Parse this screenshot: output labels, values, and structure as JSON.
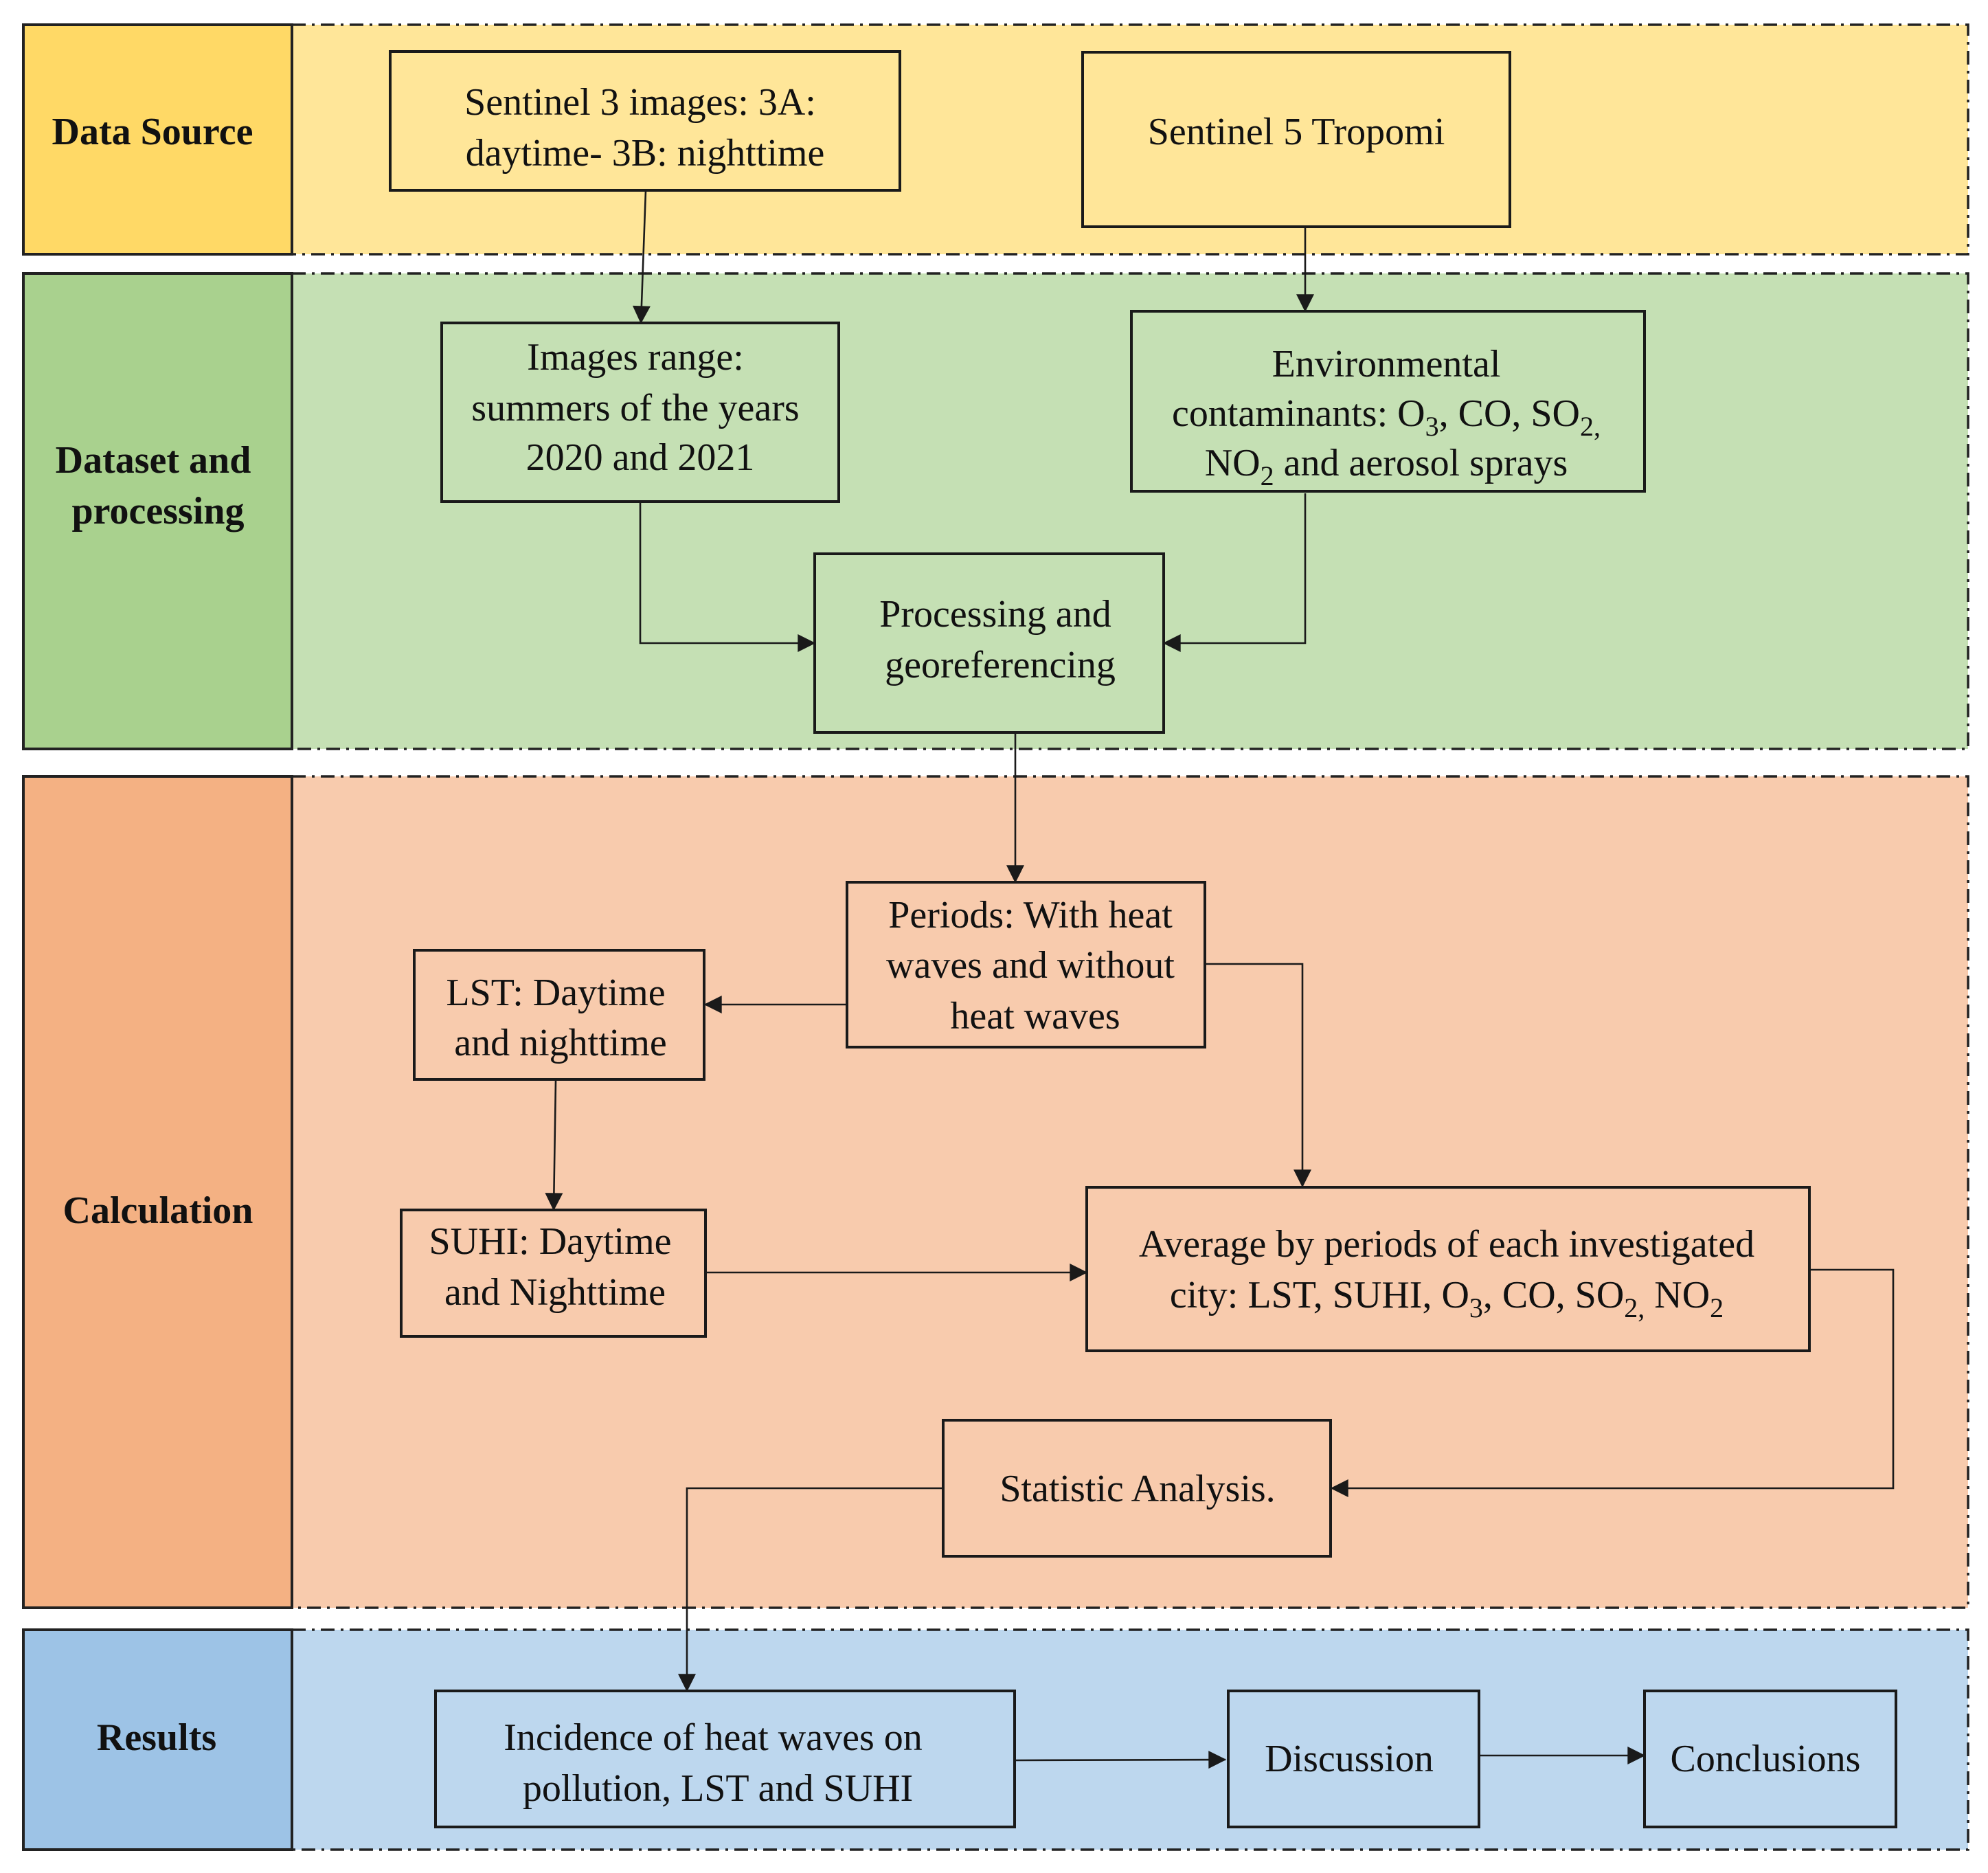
{
  "lanes": {
    "data_source": {
      "label": "Data Source",
      "label_color": "#FFD966",
      "bg_color": "#FFE699"
    },
    "dataset": {
      "label_lines": [
        "Dataset and",
        "processing"
      ],
      "label_color": "#A9D18E",
      "bg_color": "#C5E0B4"
    },
    "calculation": {
      "label": "Calculation",
      "label_color": "#F4B183",
      "bg_color": "#F8CBAD"
    },
    "results": {
      "label": "Results",
      "label_color": "#9DC3E6",
      "bg_color": "#BDD7EE"
    }
  },
  "nodes": {
    "sentinel3": {
      "lines": [
        "Sentinel  3 images: 3A:",
        "daytime- 3B: nighttime"
      ]
    },
    "sentinel5": {
      "text": "Sentinel 5 Tropomi"
    },
    "images_range": {
      "lines": [
        "Images range:",
        "summers of the years",
        "2020 and 2021"
      ]
    },
    "env_contaminants": {
      "line1": "Environmental",
      "line2": {
        "prefix": "contaminants: O",
        "sub1": "3",
        "mid1": ", CO, SO",
        "sub2": "2,"
      },
      "line3": {
        "prefix": "NO",
        "sub": "2",
        "suffix": " and aerosol sprays"
      }
    },
    "processing": {
      "lines": [
        "Processing and",
        "georeferencing"
      ]
    },
    "periods": {
      "lines": [
        "Periods: With heat",
        "waves and without",
        "heat waves"
      ]
    },
    "lst": {
      "lines": [
        "LST: Daytime",
        "and nighttime"
      ]
    },
    "suhi": {
      "lines": [
        "SUHI: Daytime",
        "and Nighttime"
      ]
    },
    "average": {
      "line1": "Average by periods of each investigated",
      "line2": {
        "prefix": "city: LST, SUHI, O",
        "sub1": "3",
        "mid1": ", CO, SO",
        "sub2": "2,",
        "mid2": " NO",
        "sub3": "2"
      }
    },
    "statistic": {
      "text": "Statistic Analysis."
    },
    "incidence": {
      "lines": [
        "Incidence of heat waves on",
        "pollution, LST and SUHI"
      ]
    },
    "discussion": {
      "text": "Discussion"
    },
    "conclusions": {
      "text": "Conclusions"
    }
  },
  "colors": {
    "stroke": "#1a1a1a"
  }
}
